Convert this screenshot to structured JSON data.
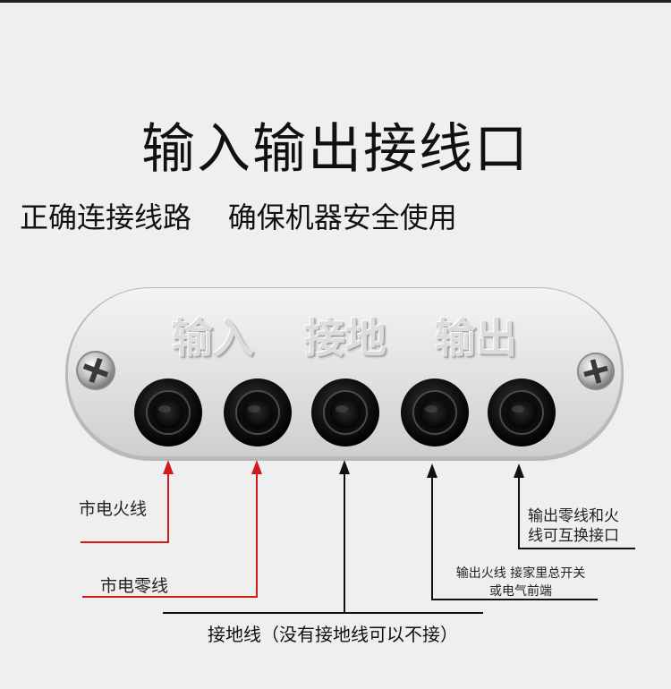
{
  "title": "输入输出接线口",
  "subtitle": "正确连接线路    确保机器安全使用",
  "panel": {
    "label_input": "输入",
    "label_ground": "接地",
    "label_output": "输出"
  },
  "annotations": {
    "live_in": "市电火线",
    "neutral_in": "市电零线",
    "ground": "接地线（没有接地线可以不接）",
    "live_out_line1": "输出火线 接家里总开关",
    "live_out_line2": "或电气前端",
    "neutral_out_line1": "输出零线和火",
    "neutral_out_line2": "线可互换接口"
  },
  "colors": {
    "input_wire": "#d11a1a",
    "ground_wire": "#111111",
    "output_wire": "#111111",
    "plate": "#e6e6e6"
  },
  "icons": [
    "screw-icon",
    "socket-icon",
    "arrow-up-icon"
  ]
}
